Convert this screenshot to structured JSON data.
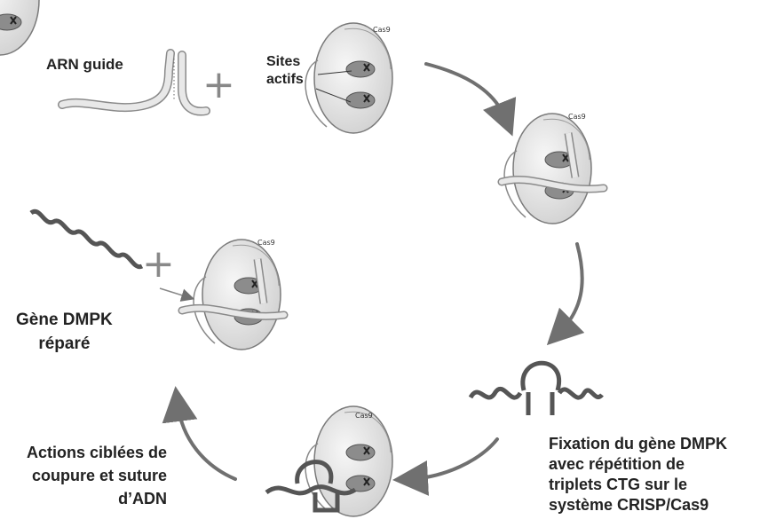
{
  "labels": {
    "arn_guide": "ARN guide",
    "sites_actifs": "Sites\nactifs",
    "gene_repare": "Gène DMPK\nréparé",
    "actions": "Actions ciblées de\ncoupure et suture\nd’ADN",
    "fixation": "Fixation du gène DMPK\navec répétition de\ntriplets CTG sur le\nsystème CRISP/Cas9",
    "plus": "+",
    "cas9": "Cas9"
  }
}
